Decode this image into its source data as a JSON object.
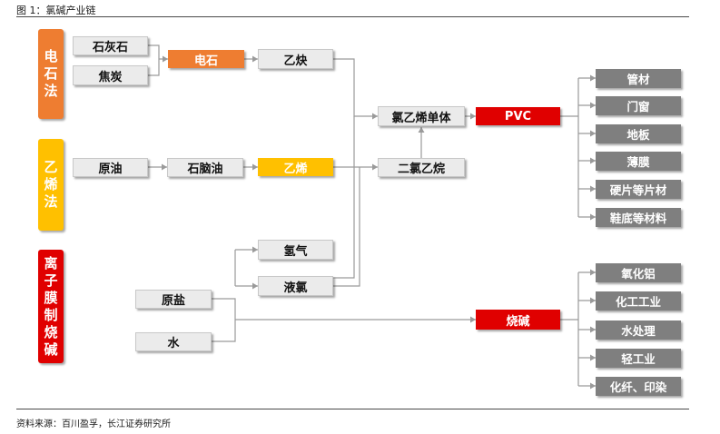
{
  "figure": {
    "title": "图 1：氯碱产业链",
    "source": "资料来源：百川盈孚，长江证券研究所"
  },
  "categories": {
    "carbide": "电石法",
    "ethylene": "乙烯法",
    "ion_membrane": "离子膜制烧碱"
  },
  "nodes": {
    "limestone": "石灰石",
    "coke": "焦炭",
    "calcium_carbide": "电石",
    "acetylene": "乙炔",
    "crude_oil": "原油",
    "naphtha": "石脑油",
    "ethylene": "乙烯",
    "vcm": "氯乙烯单体",
    "edc": "二氯乙烷",
    "pvc": "PVC",
    "hydrogen": "氢气",
    "liquid_chlorine": "液氯",
    "raw_salt": "原盐",
    "water": "水",
    "caustic_soda": "烧碱"
  },
  "pvc_products": [
    "管材",
    "门窗",
    "地板",
    "薄膜",
    "硬片等片材",
    "鞋底等材料"
  ],
  "caustic_products": [
    "氧化铝",
    "化工工业",
    "水处理",
    "轻工业",
    "化纤、印染"
  ],
  "colors": {
    "carbide": "#ee7d31",
    "ethylene": "#ffc000",
    "ion_membrane": "#e00000",
    "product": "#7f7f7f",
    "raw": "#ebebeb",
    "connector": "#9a9a9a"
  }
}
